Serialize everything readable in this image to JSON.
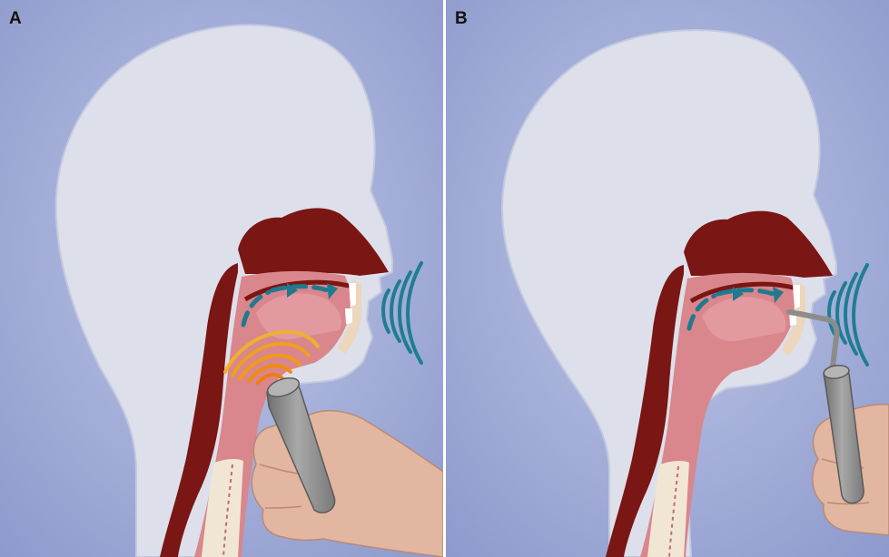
{
  "panels": [
    {
      "label": "A",
      "device": "external-throat-vibrator"
    },
    {
      "label": "B",
      "device": "intraoral-tube-device"
    }
  ],
  "colors": {
    "background": "#99a5d3",
    "silhouette": "#dde0ea",
    "tissue_dark": "#7a1614",
    "tissue_light": "#d9868c",
    "airflow_arrow": "#207a8f",
    "sound_waves": "#1f7d92",
    "vibration_waves": "#f0a020",
    "device": "#8e8e8e",
    "skin": "#e2b6a0"
  }
}
